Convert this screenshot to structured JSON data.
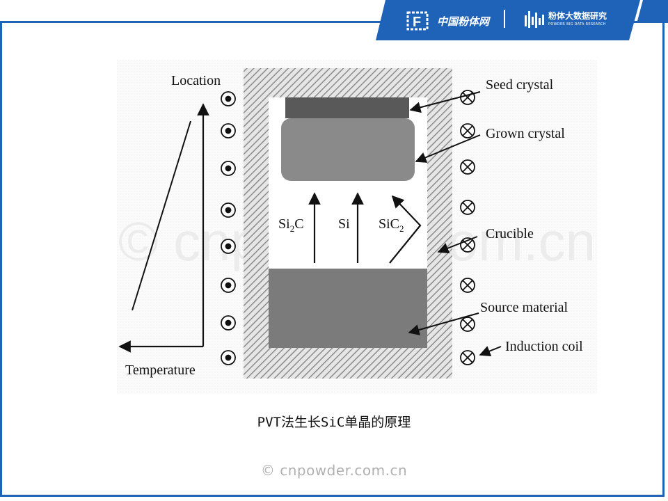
{
  "brand": {
    "name": "中国粉体网",
    "sub_name": "粉体大数据研究",
    "sub_name_en": "POWDER BIG DATA RESEARCH"
  },
  "diagram": {
    "axis_location": "Location",
    "axis_temperature": "Temperature",
    "flow_labels": {
      "si2c_main": "Si",
      "si2c_sub": "2",
      "si2c_tail": "C",
      "si": "Si",
      "sic2_main": "SiC",
      "sic2_sub": "2"
    },
    "callouts": {
      "seed": "Seed crystal",
      "grown": "Grown crystal",
      "crucible": "Crucible",
      "source": "Source material",
      "coil": "Induction coil"
    },
    "watermark": "© cnpowder.com.cn"
  },
  "caption": "PVT法生长SiC单晶的原理",
  "footer_watermark": "© cnpowder.com.cn",
  "colors": {
    "brand_blue": "#1e63b8",
    "seed": "#595959",
    "grown": "#8a8a8a",
    "source": "#7b7b7b",
    "hatch": "#8c8c8c"
  }
}
